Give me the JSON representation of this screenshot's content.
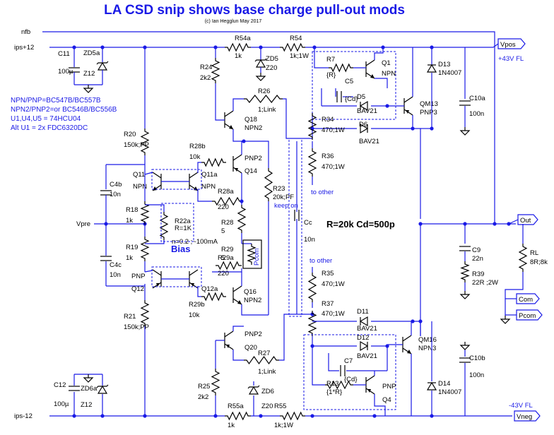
{
  "title": "LA CSD snip shows base charge pull-out mods",
  "subtitle": "(c) Ian Hegglun May 2017",
  "notes": [
    "NPN/PNP=BC547B/BC557B",
    "NPN2/PNP2=or BC546B/BC556B",
    "U1,U4,U5 = 74HCU04",
    "Alt U1 = 2x FDC6320DC"
  ],
  "bias_label": "Bias",
  "design_note": "R=20k Cd=500p",
  "nets": {
    "nfb": "nfb",
    "ips_pos": "ips+12",
    "ips_neg": "ips-12",
    "vpre": "Vpre",
    "vpos": "Vpos",
    "vneg": "Vneg",
    "vpos_rail": "+43V FL",
    "vneg_rail": "-43V FL",
    "out": "Out",
    "com": "Com",
    "pcom": "Pcom",
    "pcom_probe": "Pcom",
    "to_other_top": "to other",
    "to_other_bottom": "to other",
    "keep_on": "keep on"
  },
  "components": {
    "C11": [
      "C11",
      "100µ"
    ],
    "ZD5a": [
      "ZD5a",
      "Z12"
    ],
    "R54a": [
      "R54a",
      "1k"
    ],
    "ZD5": [
      "ZD5",
      "Z20"
    ],
    "R54": [
      "R54",
      "1k;1W"
    ],
    "D13": [
      "D13",
      "1N4007"
    ],
    "R24": [
      "R24",
      "2k2"
    ],
    "R7": [
      "R7",
      "{R}"
    ],
    "Q1": [
      "Q1",
      "NPN"
    ],
    "C5": [
      "C5",
      "{Cd}"
    ],
    "D5": [
      "D5",
      "BAV21"
    ],
    "R26": [
      "R26",
      "1;Link"
    ],
    "QM13": [
      "QM13",
      "PNP3"
    ],
    "C10a": [
      "C10a",
      "100n"
    ],
    "Q18": [
      "Q18",
      "NPN2"
    ],
    "R34": [
      "R34",
      "470;1W"
    ],
    "D6": [
      "D6",
      "BAV21"
    ],
    "R20": [
      "R20",
      "150k;PP"
    ],
    "R28b": [
      "R28b",
      "10k"
    ],
    "PNP2_top": [
      "PNP2",
      ""
    ],
    "Q14": [
      "Q14",
      ""
    ],
    "R36": [
      "R36",
      "470;1W"
    ],
    "Q11": [
      "Q11",
      "NPN"
    ],
    "Q11a": [
      "Q11a",
      "NPN"
    ],
    "C4b": [
      "C4b",
      "10n"
    ],
    "R23": [
      "R23",
      "20k;PF"
    ],
    "R28a": [
      "R28a",
      "220"
    ],
    "R18": [
      "R18",
      "1k"
    ],
    "R22a": [
      "R22a",
      "R=1K"
    ],
    "R28": [
      "R28",
      "5"
    ],
    "Cc": [
      "Cc",
      "10n"
    ],
    "Bias_n": [
      "n=0.2 ;~100mA",
      ""
    ],
    "R19": [
      "R19",
      "1k"
    ],
    "R29": [
      "R29",
      "5"
    ],
    "C4c": [
      "C4c",
      "10n"
    ],
    "Q12": [
      "Q12",
      "PNP"
    ],
    "R29a": [
      "R29a",
      "220"
    ],
    "Q12a": [
      "Q12a",
      ""
    ],
    "PNP_mid": [
      "PNP",
      ""
    ],
    "C9": [
      "C9",
      "22n"
    ],
    "R39": [
      "R39",
      "22R ;2W"
    ],
    "RL": [
      "RL",
      "8R;8k"
    ],
    "R35": [
      "R35",
      "470;1W"
    ],
    "Q16": [
      "Q16",
      "NPN2"
    ],
    "R29b": [
      "R29b",
      "10k"
    ],
    "R21": [
      "R21",
      "150k;PP"
    ],
    "R37": [
      "R37",
      "470;1W"
    ],
    "D11": [
      "D11",
      "BAV21"
    ],
    "D12": [
      "D12",
      "BAV21"
    ],
    "QM16": [
      "QM16",
      "NPN3"
    ],
    "PNP2_bot": [
      "PNP2",
      ""
    ],
    "Q20": [
      "Q20",
      ""
    ],
    "R27": [
      "R27",
      "1;Link"
    ],
    "C7": [
      "C7",
      "{Cd}"
    ],
    "C10b": [
      "C10b",
      "100n"
    ],
    "R13": [
      "R13",
      "{1*R}"
    ],
    "Q4": [
      "Q4",
      "PNP"
    ],
    "R25": [
      "R25",
      "2k2"
    ],
    "ZD6": [
      "ZD6",
      "Z20"
    ],
    "D14": [
      "D14",
      "1N4007"
    ],
    "C12": [
      "C12",
      "100µ"
    ],
    "ZD6a": [
      "ZD6a",
      "Z12"
    ],
    "R55a": [
      "R55a",
      "1k"
    ],
    "R55": [
      "R55",
      "1k;1W"
    ]
  },
  "colors": {
    "wire": "#1a1ae6",
    "component": "#000000",
    "title": "#1a1ae6",
    "background": "#ffffff"
  }
}
